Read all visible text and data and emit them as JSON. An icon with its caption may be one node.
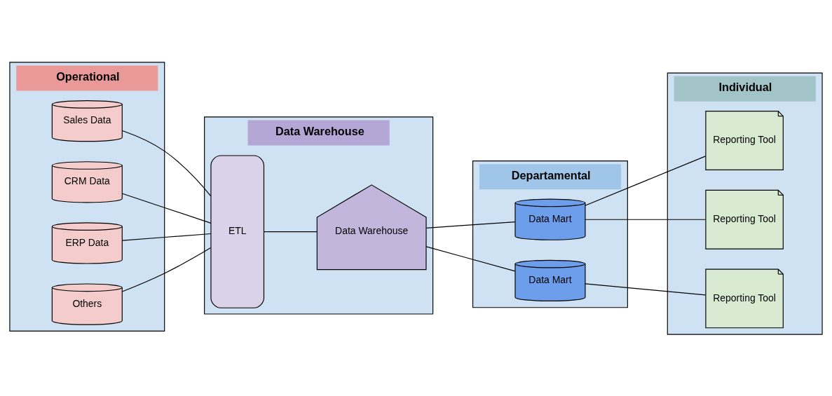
{
  "diagram": {
    "nodes": [
      {
        "text": [
          "Operational"
        ]
      },
      {
        "text": [
          "Sales Data"
        ],
        "in": 0
      },
      {
        "text": [
          "CRM Data"
        ],
        "in": 0
      },
      {
        "text": [
          "ERP Data"
        ],
        "in": 0
      },
      {
        "text": [
          "Others"
        ],
        "in": 0
      },
      {
        "text": [
          "Data Warehouse"
        ]
      },
      {
        "text": [
          "ETL"
        ],
        "in": 5
      },
      {
        "text": [
          "Data Warehouse"
        ],
        "in": 5
      },
      {
        "text": [
          "Departamental"
        ]
      },
      {
        "text": [
          "Data Mart"
        ],
        "in": 8
      },
      {
        "text": [
          "Data Mart"
        ],
        "in": 8
      },
      {
        "text": [
          "Individual"
        ]
      },
      {
        "text": [
          "Reporting Tool"
        ],
        "in": 11
      },
      {
        "text": [
          "Reporting Tool"
        ],
        "in": 11
      },
      {
        "text": [
          "Reporting Tool"
        ],
        "in": 11
      }
    ],
    "edges": [
      {
        "from": 1,
        "to": 6,
        "arrow": "none"
      },
      {
        "from": 2,
        "to": 6,
        "arrow": "none"
      },
      {
        "from": 3,
        "to": 6,
        "arrow": "none"
      },
      {
        "from": 4,
        "to": 6,
        "arrow": "none"
      },
      {
        "from": 6,
        "to": 7,
        "arrow": "none"
      },
      {
        "from": 7,
        "to": 9,
        "arrow": "none"
      },
      {
        "from": 7,
        "to": 10,
        "arrow": "none"
      },
      {
        "from": 9,
        "to": 12,
        "arrow": "none"
      },
      {
        "from": 9,
        "to": 13,
        "arrow": "none"
      },
      {
        "from": 10,
        "to": 14,
        "arrow": "none"
      }
    ]
  }
}
